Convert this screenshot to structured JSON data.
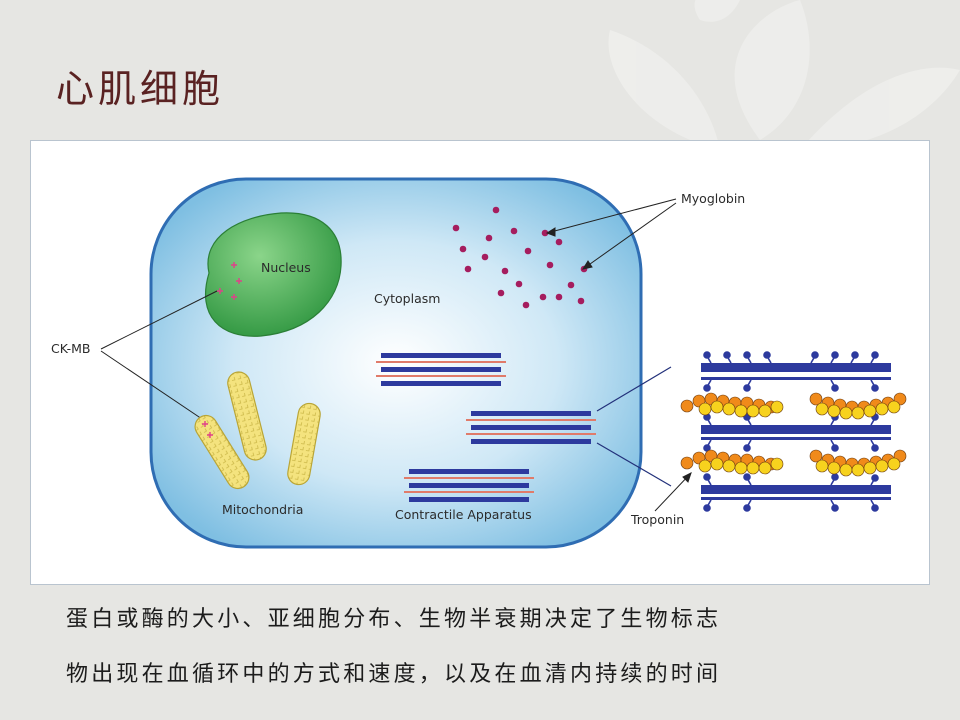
{
  "slide": {
    "title": "心肌细胞",
    "caption_lines": [
      "蛋白或酶的大小、亚细胞分布、生物半衰期决定了生物标志",
      "物出现在血循环中的方式和速度，以及在血清内持续的时间"
    ]
  },
  "diagram": {
    "labels": {
      "nucleus": "Nucleus",
      "cytoplasm": "Cytoplasm",
      "myoglobin": "Myoglobin",
      "ckmb": "CK-MB",
      "mitochondria": "Mitochondria",
      "contractile": "Contractile Apparatus",
      "troponin": "Troponin"
    },
    "colors": {
      "cell_fill": "#8fc9e6",
      "cell_border": "#2f6db3",
      "nucleus": "#3aa04a",
      "myoglobin_dot": "#a51d5e",
      "ckmb_marker": "#e0408a",
      "mitochondria": "#f2e27a",
      "filament": "#2d3a9e",
      "troponin_orange": "#f08a1a",
      "troponin_yellow": "#f7d21e"
    }
  }
}
